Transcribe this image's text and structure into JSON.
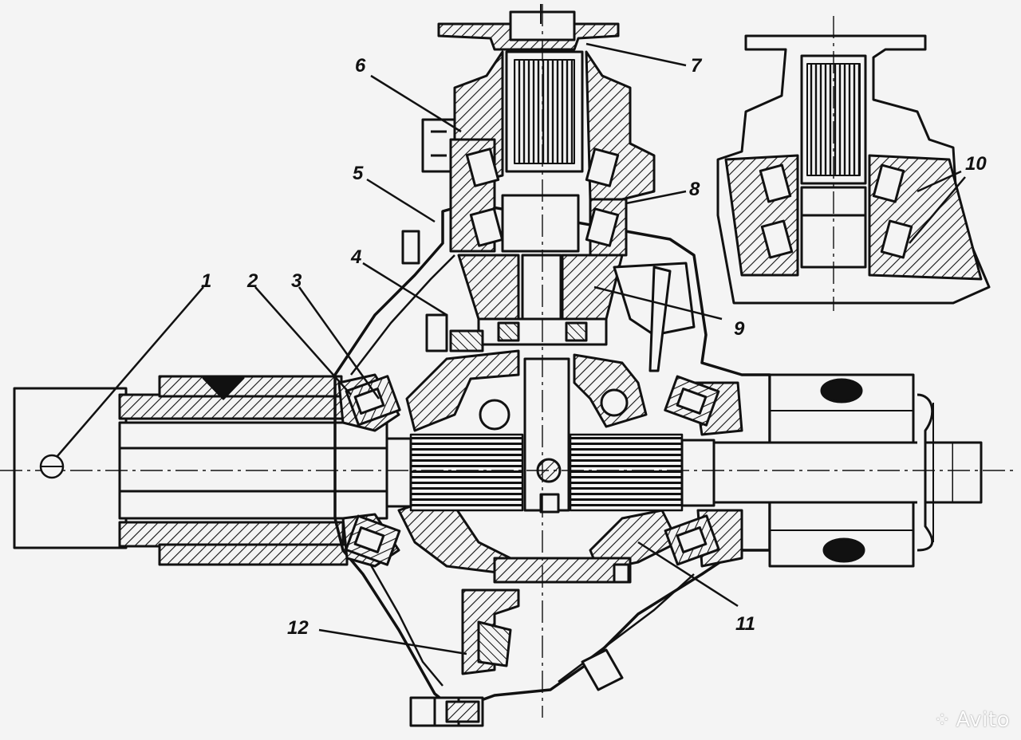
{
  "labels": {
    "l1": "1",
    "l2": "2",
    "l3": "3",
    "l4": "4",
    "l5": "5",
    "l6": "6",
    "l7": "7",
    "l8": "8",
    "l9": "9",
    "l10": "10",
    "l11": "11",
    "l12": "12"
  },
  "watermark": {
    "text": "Avito"
  },
  "colors": {
    "ink": "#111111",
    "paper": "#f4f4f4"
  }
}
